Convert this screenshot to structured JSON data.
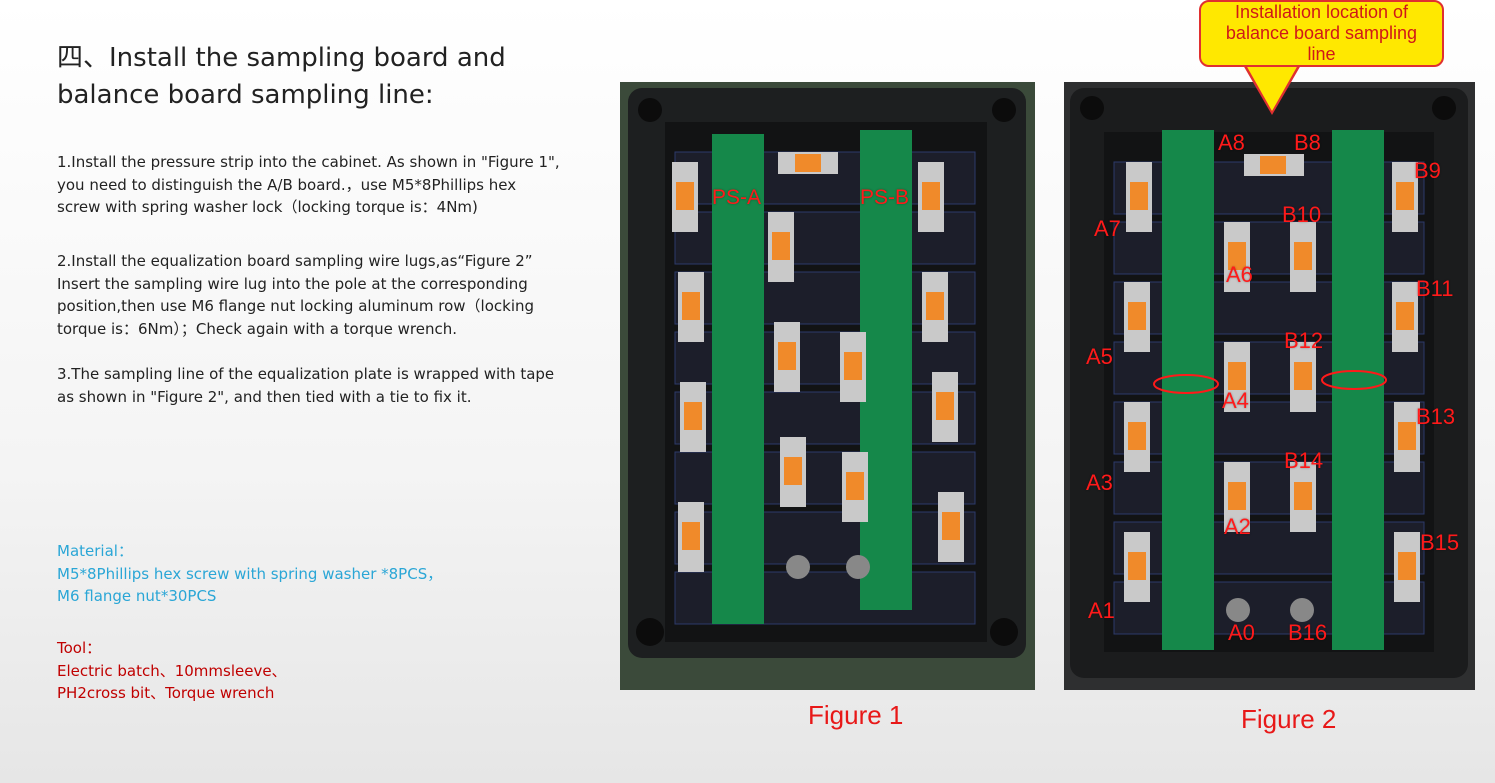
{
  "heading": {
    "line1": "四、Install the sampling board and",
    "line2": "balance board sampling line:"
  },
  "steps": [
    {
      "lines": [
        "1.Install the pressure strip into the cabinet. As shown in \"Figure 1\",",
        "you need to distinguish the A/B board.，use M5*8Phillips hex",
        "screw with spring washer lock（locking torque is：4Nm)"
      ]
    },
    {
      "lines": [
        "2.Install the equalization board sampling wire lugs,as“Figure 2”",
        "Insert the sampling wire lug into the pole at the corresponding",
        "position,then use M6 flange nut locking aluminum row（locking",
        "torque is：6Nm）；Check again with a torque wrench."
      ]
    },
    {
      "lines": [
        "3.The sampling line of the equalization plate is wrapped with tape",
        "as shown in \"Figure 2\", and then tied with a tie to fix it."
      ]
    }
  ],
  "material": {
    "line1": "Material：",
    "line2": "M5*8Phillips hex screw with spring washer *8PCS，",
    "line3": "M6 flange nut*30PCS"
  },
  "tool": {
    "line1": "Tool：",
    "line2": "Electric batch、10mmsleeve、",
    "line3": "PH2cross bit、Torque wrench"
  },
  "figure1": {
    "caption": "Figure 1",
    "board_labels": [
      "PS-A",
      "PS-B"
    ]
  },
  "figure2": {
    "caption": "Figure 2",
    "callout": [
      "Installation location of",
      "balance board sampling",
      "line"
    ],
    "labels": [
      "A8",
      "B8",
      "B9",
      "A7",
      "B10",
      "A6",
      "B11",
      "A5",
      "B12",
      "A4",
      "B13",
      "A3",
      "B14",
      "A2",
      "B15",
      "A1",
      "A0",
      "B16"
    ]
  },
  "colors": {
    "pcb": "#15884a",
    "label_red": "#ff1a1a",
    "material_blue": "#2aa6d6",
    "tool_red": "#c00000"
  }
}
